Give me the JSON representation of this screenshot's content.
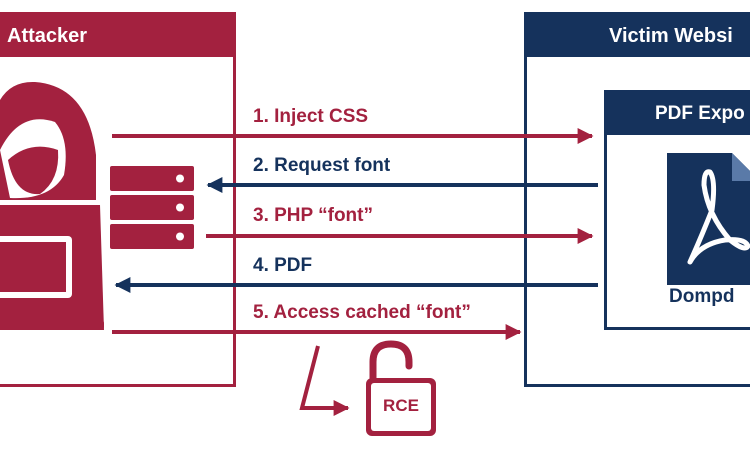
{
  "attacker": {
    "title": "Attacker"
  },
  "victim": {
    "title": "Victim Websi",
    "component": {
      "title": "PDF Expo",
      "library": "Dompd"
    }
  },
  "steps": [
    {
      "label": "1. Inject CSS"
    },
    {
      "label": "2. Request font"
    },
    {
      "label": "3. PHP “font”"
    },
    {
      "label": "4. PDF"
    },
    {
      "label": "5. Access cached “font”"
    }
  ],
  "result": {
    "label": "RCE"
  },
  "icons": [
    "hacker-icon",
    "laptop-icon",
    "server-icon",
    "pdf-file-icon",
    "unlocked-padlock-icon"
  ],
  "colors": {
    "attacker": "#a3213f",
    "victim": "#15325c"
  }
}
